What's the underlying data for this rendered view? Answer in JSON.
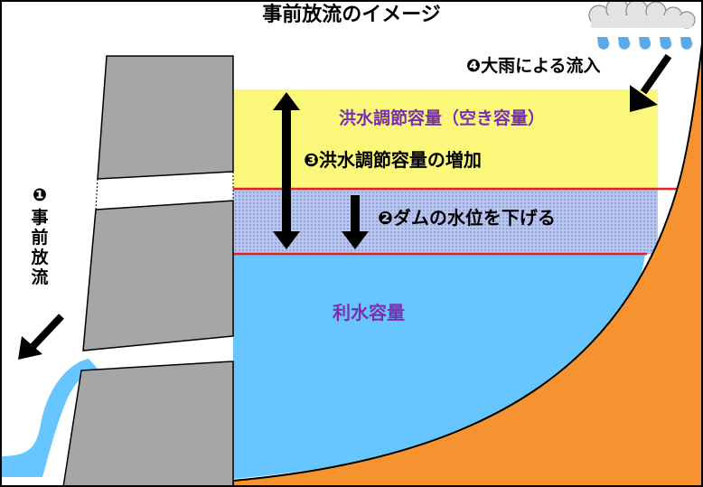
{
  "title": "事前放流のイメージ",
  "labels": {
    "flood_control_vacant": "洪水調節容量（空き容量）",
    "step3": "❸洪水調節容量の増加",
    "step2": "❷ダムの水位を下げる",
    "step4": "❹大雨による流入",
    "water_use": "利水容量",
    "step1_number": "❶",
    "step1_chars": [
      "事",
      "前",
      "放",
      "流"
    ]
  },
  "colors": {
    "yellow_zone": "#fbf77a",
    "blue_band": "#b9c6ee",
    "water": "#67c6ff",
    "red_line": "#e8201f",
    "ground": "#f79230",
    "dam": "#a6a6a6",
    "rain": "#5aa9e8",
    "caption_purple": "#7a2fb0"
  }
}
